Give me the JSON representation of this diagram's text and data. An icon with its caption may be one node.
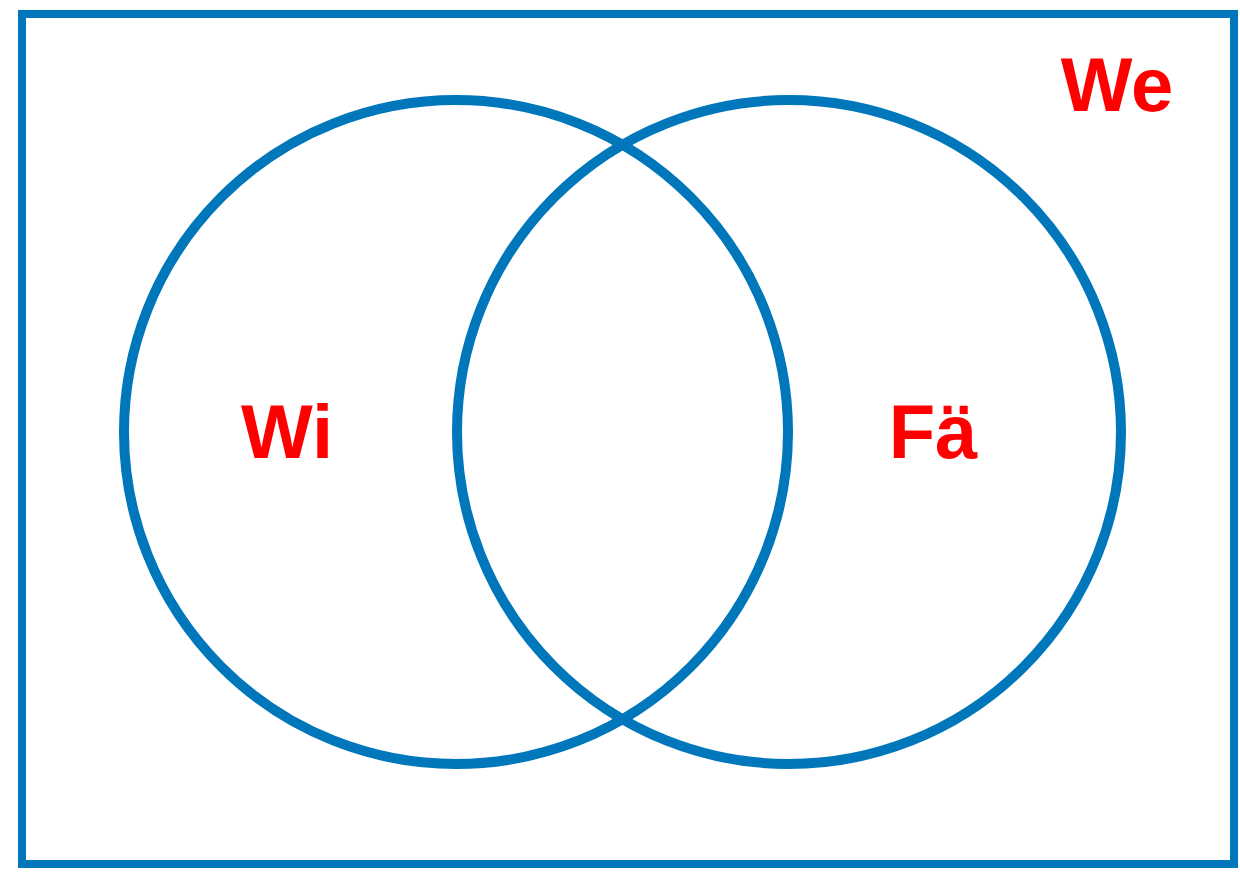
{
  "diagram": {
    "nodes": [
      {
        "text": [
          "We"
        ]
      },
      {
        "text": [
          "Wi"
        ],
        "in": 0
      },
      {
        "text": [
          "Fä"
        ],
        "in": 0
      }
    ]
  }
}
